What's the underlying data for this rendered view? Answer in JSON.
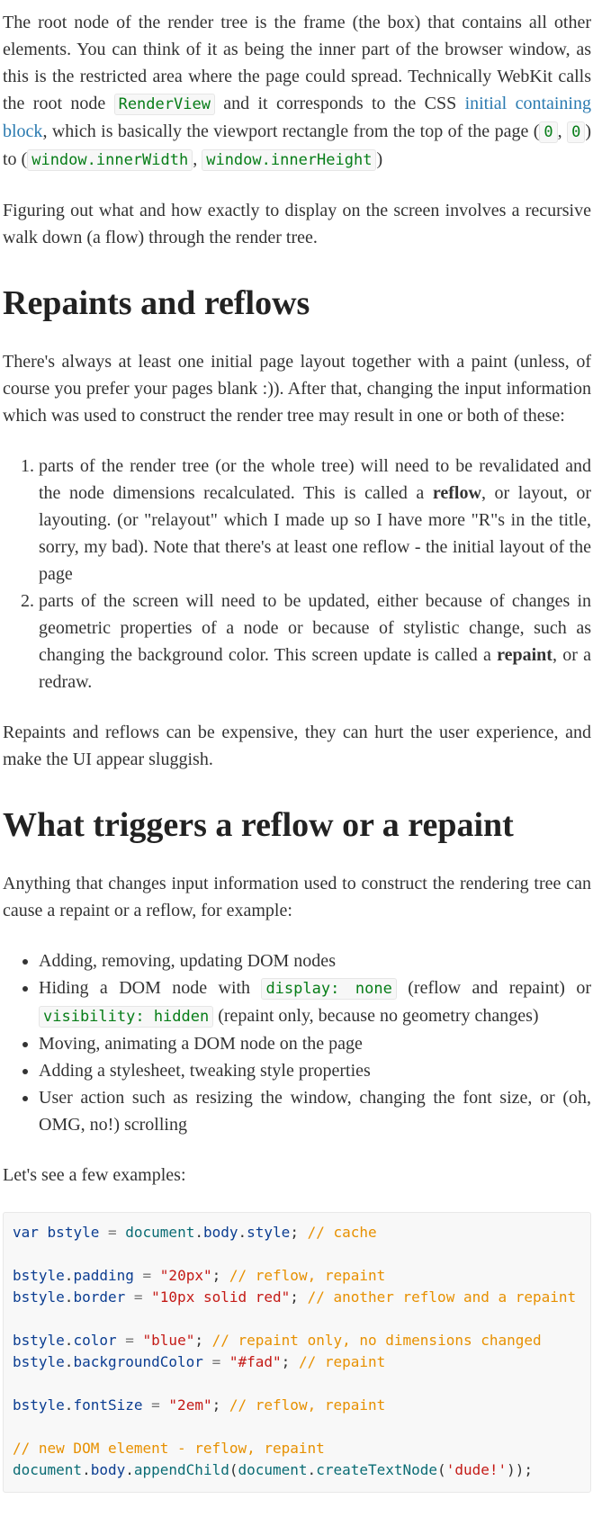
{
  "para1": {
    "t1": "The root node of the render tree is the frame (the box) that contains all other elements. You can think of it as being the inner part of the browser window, as this is the restricted area where the page could spread. Technically WebKit calls the root node ",
    "code_renderview": "RenderView",
    "t2": " and it corresponds to the CSS ",
    "link_text": "initial containing block",
    "t3": ", which is basically the viewport rectangle from the top of the page (",
    "code_zero_a": "0",
    "t4": ", ",
    "code_zero_b": "0",
    "t5": ") to (",
    "code_inner_width": "window.innerWidth",
    "t6": ", ",
    "code_inner_height": "window.innerHeight",
    "t7": ")"
  },
  "para2": "Figuring out what and how exactly to display on the screen involves a recursive walk down (a flow) through the render tree.",
  "heading_repaints": "Repaints and reflows",
  "para3": "There's always at least one initial page layout together with a paint (unless, of course you prefer your pages blank :)). After that, changing the input information which was used to construct the render tree may result in one or both of these:",
  "ordered_list": {
    "item1": {
      "a": "parts of the render tree (or the whole tree) will need to be revalidated and the node dimensions recalculated. This is called a ",
      "bold": "reflow",
      "b": ", or layout, or layouting. (or \"relayout\" which I made up so I have more \"R\"s in the title, sorry, my bad). Note that there's at least one reflow - the initial layout of the page"
    },
    "item2": {
      "a": "parts of the screen will need to be updated, either because of changes in geometric properties of a node or because of stylistic change, such as changing the background color. This screen update is called a ",
      "bold": "repaint",
      "b": ", or a redraw."
    }
  },
  "para4": "Repaints and reflows can be expensive, they can hurt the user experience, and make the UI appear sluggish.",
  "heading_triggers": "What triggers a reflow or a repaint",
  "para5": "Anything that changes input information used to construct the rendering tree can cause a repaint or a reflow, for example:",
  "bullets": {
    "b1": "Adding, removing, updating DOM nodes",
    "b2_a": "Hiding a DOM node with ",
    "b2_code1": "display: none",
    "b2_b": " (reflow and repaint) or ",
    "b2_code2": "visibility: hidden",
    "b2_c": " (repaint only, because no geometry changes)",
    "b3": "Moving, animating a DOM node on the page",
    "b4": "Adding a stylesheet, tweaking style properties",
    "b5": "User action such as resizing the window, changing the font size, or (oh, OMG, no!) scrolling"
  },
  "para6": "Let's see a few examples:",
  "code": {
    "l1_kw": "var",
    "l1_var": "bstyle",
    "l1_eq": "=",
    "l1_doc": "document",
    "l1_body": "body",
    "l1_style": "style",
    "l1_cmt": "// cache",
    "obj": "bstyle",
    "l2_prop": "padding",
    "l2_str": "\"20px\"",
    "l2_cmt": "// reflow, repaint",
    "l3_prop": "border",
    "l3_str": "\"10px solid red\"",
    "l3_cmt": "// another reflow and a repaint",
    "l4_prop": "color",
    "l4_str": "\"blue\"",
    "l4_cmt": "// repaint only, no dimensions changed",
    "l5_prop": "backgroundColor",
    "l5_str": "\"#fad\"",
    "l5_cmt": "// repaint",
    "l6_prop": "fontSize",
    "l6_str": "\"2em\"",
    "l6_cmt": "// reflow, repaint",
    "l7_cmt": "// new DOM element - reflow, repaint",
    "l8_doc": "document",
    "l8_body": "body",
    "l8_fn": "appendChild",
    "l8_doc2": "document",
    "l8_fn2": "createTextNode",
    "l8_str": "'dude!'"
  }
}
